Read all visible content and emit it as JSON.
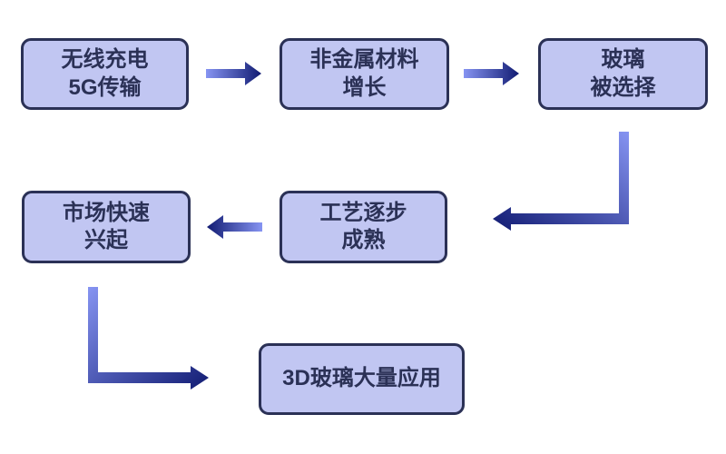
{
  "diagram": {
    "title": "3D glass adoption flowchart",
    "background_color": "#ffffff",
    "node_fill_color": "#c1c6f2",
    "node_border_color": "#2b3156",
    "node_text_color": "#2b3156",
    "arrow_gradient_light": "#8694f2",
    "arrow_gradient_dark": "#111b72",
    "nodes": [
      {
        "id": "wireless",
        "label": "无线充电\n5G传输"
      },
      {
        "id": "nonmetal",
        "label": "非金属材料\n增长"
      },
      {
        "id": "glass",
        "label": "玻璃\n被选择"
      },
      {
        "id": "market",
        "label": "市场快速\n兴起"
      },
      {
        "id": "process",
        "label": "工艺逐步\n成熟"
      },
      {
        "id": "apply",
        "label": "3D玻璃大量应用"
      }
    ],
    "edges": [
      {
        "from": "wireless",
        "to": "nonmetal",
        "shape": "straight-right"
      },
      {
        "from": "nonmetal",
        "to": "glass",
        "shape": "straight-right"
      },
      {
        "from": "glass",
        "to": "process",
        "shape": "elbow-down-left"
      },
      {
        "from": "process",
        "to": "market",
        "shape": "straight-left"
      },
      {
        "from": "market",
        "to": "apply",
        "shape": "elbow-down-right"
      }
    ]
  }
}
